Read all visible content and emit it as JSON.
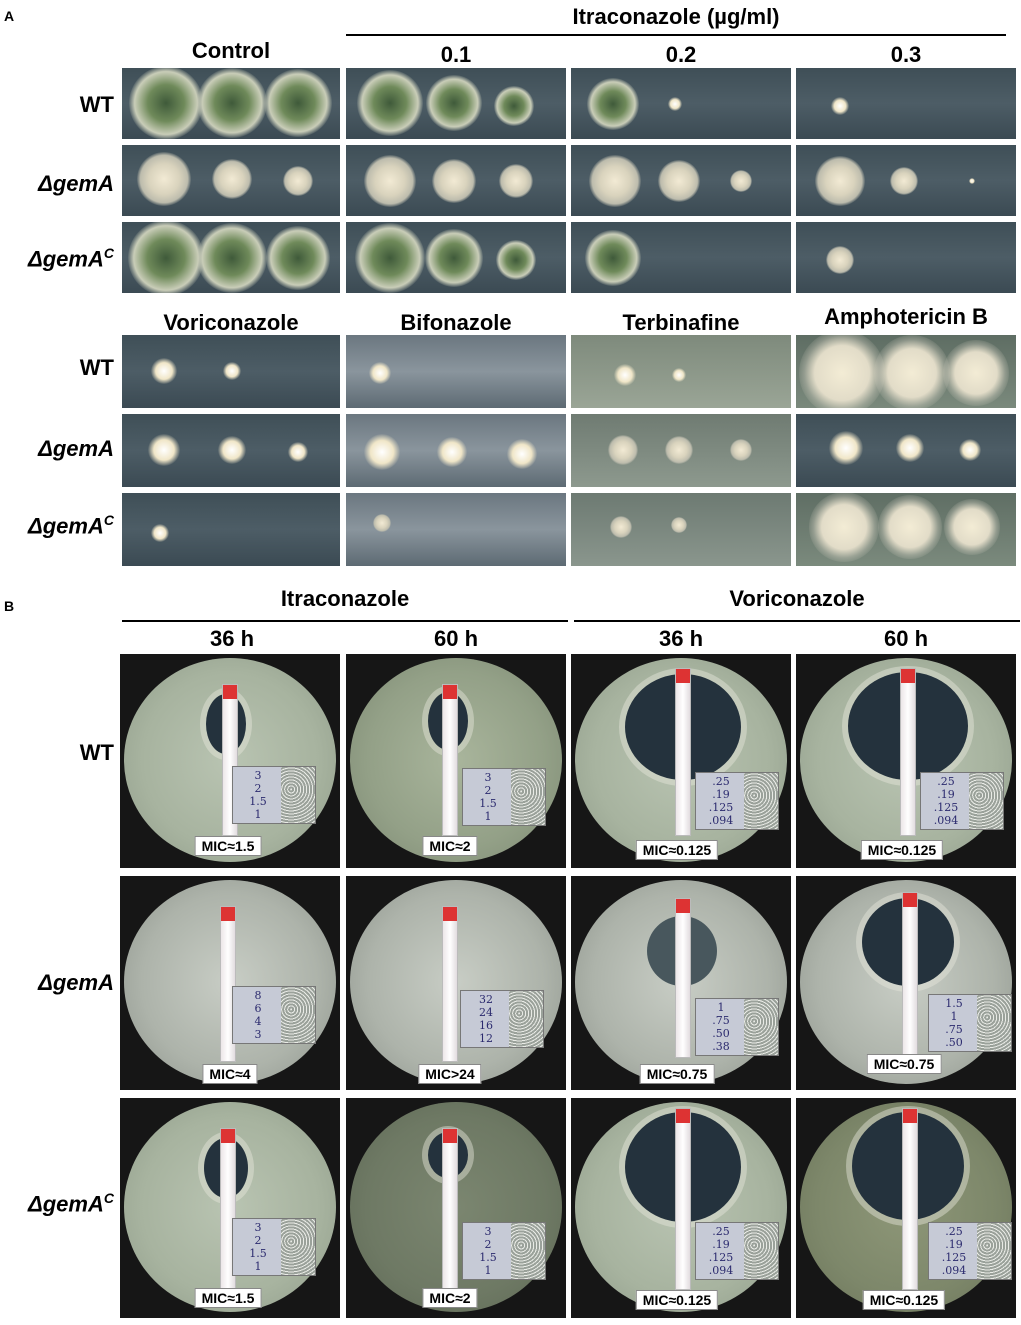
{
  "panel_a": {
    "letter": "A",
    "group_header": "Itraconazole (µg/ml)",
    "top_headers": [
      "Control",
      "0.1",
      "0.2",
      "0.3"
    ],
    "bottom_headers": [
      "Voriconazole",
      "Bifonazole",
      "Terbinafine",
      "Amphotericin B"
    ],
    "row_labels": [
      "WT",
      "ΔgemA",
      "ΔgemA"
    ],
    "row_label_superscripts": [
      "",
      "",
      "C"
    ]
  },
  "panel_b": {
    "letter": "B",
    "drug_headers": [
      "Itraconazole",
      "Voriconazole"
    ],
    "time_headers": [
      "36 h",
      "60 h",
      "36 h",
      "60 h"
    ],
    "row_labels": [
      "WT",
      "ΔgemA",
      "ΔgemA"
    ],
    "row_label_superscripts": [
      "",
      "",
      "C"
    ],
    "mic_labels": [
      [
        "MIC≈1.5",
        "MIC≈2",
        "MIC≈0.125",
        "MIC≈0.125"
      ],
      [
        "MIC≈4",
        "MIC>24",
        "MIC≈0.75",
        "MIC≈0.75"
      ],
      [
        "MIC≈1.5",
        "MIC≈2",
        "MIC≈0.125",
        "MIC≈0.125"
      ]
    ],
    "strip_scale_readings": [
      [
        [
          "3",
          "2",
          "1.5",
          "1"
        ],
        [
          "3",
          "2",
          "1.5",
          "1"
        ],
        [
          ".25",
          ".19",
          ".125",
          ".094"
        ],
        [
          ".25",
          ".19",
          ".125",
          ".094"
        ]
      ],
      [
        [
          "8",
          "6",
          "4",
          "3"
        ],
        [
          "32",
          "24",
          "16",
          "12"
        ],
        [
          "1",
          ".75",
          ".50",
          ".38"
        ],
        [
          "1.5",
          "1",
          ".75",
          ".50"
        ]
      ],
      [
        [
          "3",
          "2",
          "1.5",
          "1"
        ],
        [
          "3",
          "2",
          "1.5",
          "1"
        ],
        [
          ".25",
          ".19",
          ".125",
          ".094"
        ],
        [
          ".25",
          ".19",
          ".125",
          ".094"
        ]
      ]
    ]
  }
}
